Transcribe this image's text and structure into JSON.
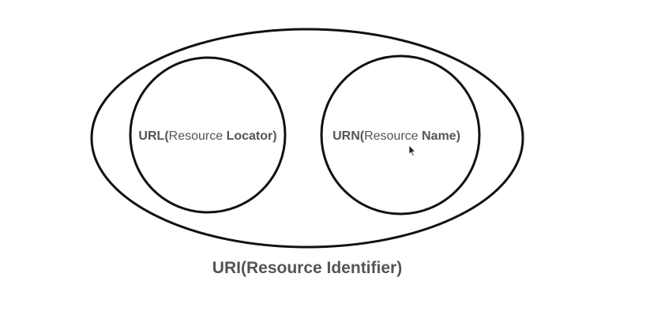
{
  "diagram": {
    "uri": {
      "abbr": "URI",
      "open": "(",
      "word": "Resource",
      "kind": " Identifier",
      "close": ")"
    },
    "url": {
      "abbr": "URL",
      "open": "(",
      "word": "Resource ",
      "kind": "Locator",
      "close": ")"
    },
    "urn": {
      "abbr": "URN",
      "open": "(",
      "word": "Resource ",
      "kind": "Name",
      "close": ")"
    }
  },
  "colors": {
    "stroke": "#111111",
    "label": "#555555",
    "background": "#ffffff"
  }
}
